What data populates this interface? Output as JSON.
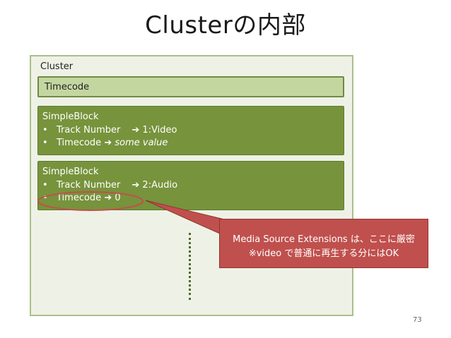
{
  "title": "Clusterの内部",
  "cluster": {
    "label": "Cluster",
    "timecode_label": "Timecode",
    "blocks": [
      {
        "label": "SimpleBlock",
        "items": [
          {
            "bullet": "•",
            "name": "Track Number",
            "arrow": "➔",
            "value": "1:Video"
          },
          {
            "bullet": "•",
            "name": "Timecode",
            "arrow": "➔",
            "value": "some value"
          }
        ]
      },
      {
        "label": "SimpleBlock",
        "items": [
          {
            "bullet": "•",
            "name": "Track Number",
            "arrow": "➔",
            "value": "2:Audio"
          },
          {
            "bullet": "•",
            "name": "Timecode",
            "arrow": "➔",
            "value": "0"
          }
        ]
      }
    ]
  },
  "callout": {
    "line1": "Media Source Extensions は、ここに厳密",
    "line2": "※video で普通に再生する分にはOK"
  },
  "page_number": "73",
  "colors": {
    "cluster_bg": "#eef2e6",
    "timecode_bg": "#c4d6a0",
    "block_bg": "#77933c",
    "callout_bg": "#c0504d",
    "highlight": "#c0504d"
  }
}
